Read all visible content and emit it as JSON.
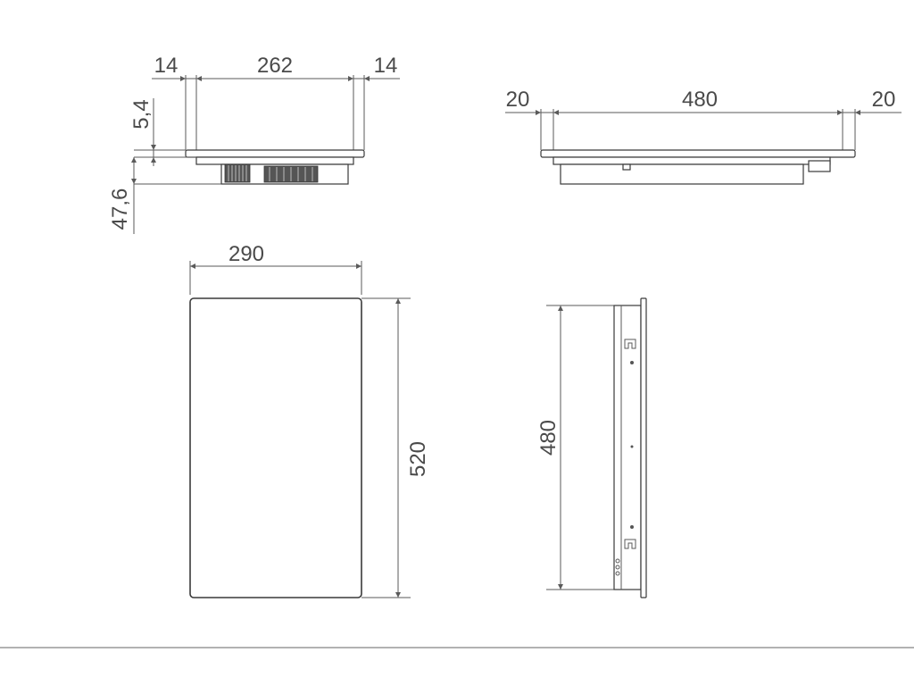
{
  "drawing": {
    "colors": {
      "line": "#5a5a5a",
      "text": "#4a4a4a",
      "background": "#ffffff"
    },
    "side_view_narrow": {
      "left_margin": "14",
      "body_width": "262",
      "right_margin": "14",
      "glass_thickness": "5,4",
      "body_depth": "47,6"
    },
    "side_view_wide": {
      "left_margin": "20",
      "body_width": "480",
      "right_margin": "20"
    },
    "top_view": {
      "width": "290",
      "height": "520"
    },
    "cutout_view": {
      "height": "480"
    }
  }
}
